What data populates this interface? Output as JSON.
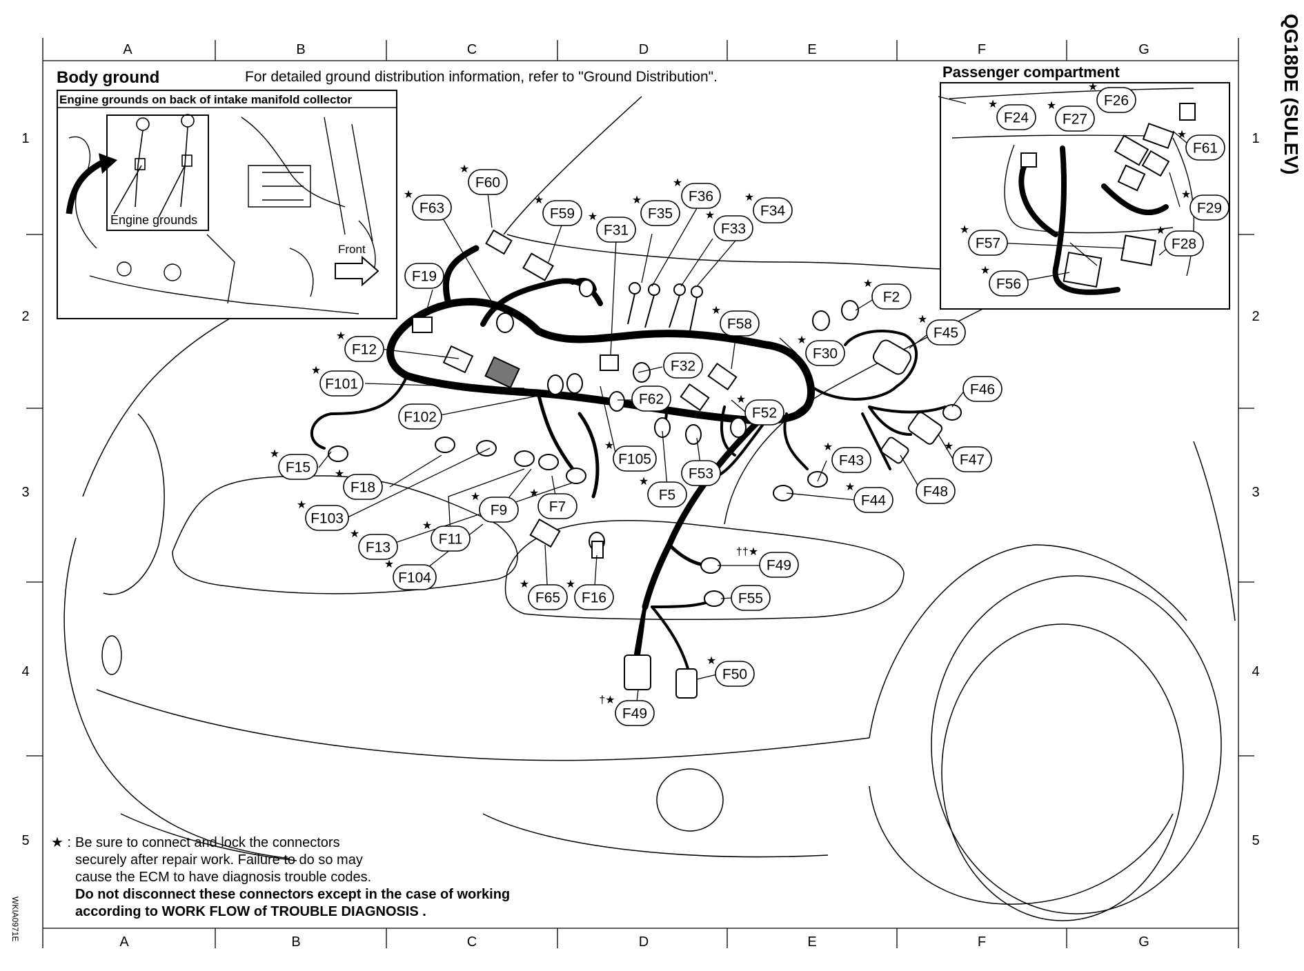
{
  "diagram_title": "QG18DE (SULEV)",
  "columns": [
    "A",
    "B",
    "C",
    "D",
    "E",
    "F",
    "G"
  ],
  "rows": [
    "1",
    "2",
    "3",
    "4",
    "5"
  ],
  "body_ground": {
    "heading": "Body ground",
    "reference_text": "For detailed ground distribution information, refer to \"Ground Distribution\".",
    "inset_title": "Engine grounds on back of intake manifold collector",
    "engine_grounds_label": "Engine grounds",
    "front_label": "Front"
  },
  "passenger_compartment": {
    "heading": "Passenger compartment"
  },
  "connectors": [
    {
      "id": "F60",
      "label": "F60",
      "mark": "★"
    },
    {
      "id": "F63",
      "label": "F63",
      "mark": "★"
    },
    {
      "id": "F59",
      "label": "F59",
      "mark": "★"
    },
    {
      "id": "F31",
      "label": "F31",
      "mark": "★"
    },
    {
      "id": "F35",
      "label": "F35",
      "mark": "★"
    },
    {
      "id": "F36",
      "label": "F36",
      "mark": "★"
    },
    {
      "id": "F33",
      "label": "F33",
      "mark": "★"
    },
    {
      "id": "F34",
      "label": "F34",
      "mark": "★"
    },
    {
      "id": "F19",
      "label": "F19",
      "mark": ""
    },
    {
      "id": "F2",
      "label": "F2",
      "mark": "★"
    },
    {
      "id": "F58",
      "label": "F58",
      "mark": "★"
    },
    {
      "id": "F12",
      "label": "F12",
      "mark": "★"
    },
    {
      "id": "F30",
      "label": "F30",
      "mark": "★"
    },
    {
      "id": "F45",
      "label": "F45",
      "mark": "★"
    },
    {
      "id": "F32",
      "label": "F32",
      "mark": ""
    },
    {
      "id": "F101",
      "label": "F101",
      "mark": "★"
    },
    {
      "id": "F46",
      "label": "F46",
      "mark": ""
    },
    {
      "id": "F62",
      "label": "F62",
      "mark": ""
    },
    {
      "id": "F52",
      "label": "F52",
      "mark": "★"
    },
    {
      "id": "F102",
      "label": "F102",
      "mark": ""
    },
    {
      "id": "F15",
      "label": "F15",
      "mark": "★"
    },
    {
      "id": "F105",
      "label": "F105",
      "mark": "★"
    },
    {
      "id": "F43",
      "label": "F43",
      "mark": "★"
    },
    {
      "id": "F47",
      "label": "F47",
      "mark": "★"
    },
    {
      "id": "F53",
      "label": "F53",
      "mark": ""
    },
    {
      "id": "F18",
      "label": "F18",
      "mark": "★"
    },
    {
      "id": "F5",
      "label": "F5",
      "mark": "★"
    },
    {
      "id": "F48",
      "label": "F48",
      "mark": ""
    },
    {
      "id": "F44",
      "label": "F44",
      "mark": "★"
    },
    {
      "id": "F9",
      "label": "F9",
      "mark": "★"
    },
    {
      "id": "F7",
      "label": "F7",
      "mark": "★"
    },
    {
      "id": "F103",
      "label": "F103",
      "mark": "★"
    },
    {
      "id": "F11",
      "label": "F11",
      "mark": "★"
    },
    {
      "id": "F13",
      "label": "F13",
      "mark": "★"
    },
    {
      "id": "F49a",
      "label": "F49",
      "mark": "††★"
    },
    {
      "id": "F104",
      "label": "F104",
      "mark": "★"
    },
    {
      "id": "F65",
      "label": "F65",
      "mark": "★"
    },
    {
      "id": "F16",
      "label": "F16",
      "mark": "★"
    },
    {
      "id": "F55",
      "label": "F55",
      "mark": ""
    },
    {
      "id": "F50",
      "label": "F50",
      "mark": "★"
    },
    {
      "id": "F49b",
      "label": "F49",
      "mark": "†★"
    },
    {
      "id": "F26",
      "label": "F26",
      "mark": "★"
    },
    {
      "id": "F24",
      "label": "F24",
      "mark": "★"
    },
    {
      "id": "F27",
      "label": "F27",
      "mark": "★"
    },
    {
      "id": "F61",
      "label": "F61",
      "mark": "★"
    },
    {
      "id": "F29",
      "label": "F29",
      "mark": "★"
    },
    {
      "id": "F57",
      "label": "F57",
      "mark": "★"
    },
    {
      "id": "F28",
      "label": "F28",
      "mark": "★"
    },
    {
      "id": "F56",
      "label": "F56",
      "mark": "★"
    }
  ],
  "footnote": {
    "mark": "★ :",
    "line1": "Be sure to connect and lock the connectors",
    "line2": "securely after repair work. Failure to do so may",
    "line3": "cause the ECM to have diagnosis trouble codes.",
    "line4": "Do not disconnect these connectors except in the case of working",
    "line5": "according to WORK FLOW of TROUBLE DIAGNOSIS ."
  },
  "figure_code": "WKIA0971E"
}
